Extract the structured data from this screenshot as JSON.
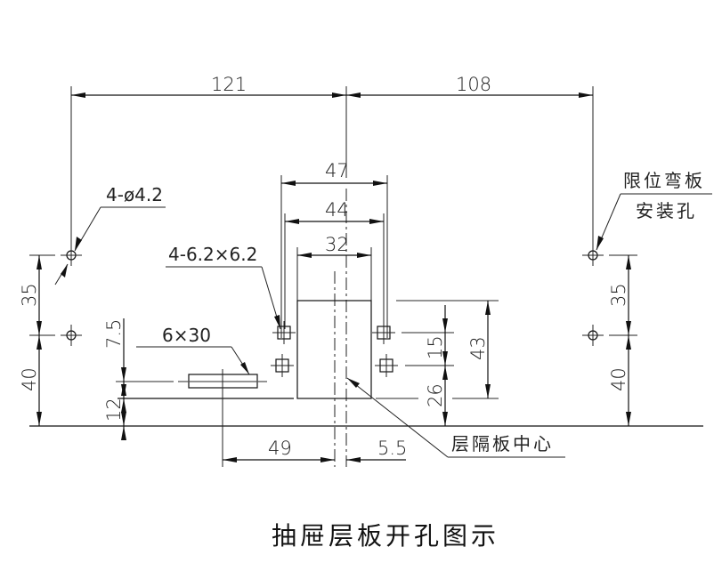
{
  "drawing": {
    "title": "抽屉层板开孔图示",
    "colors": {
      "line": "#111111",
      "background": "#ffffff"
    },
    "dimensions": {
      "left_span": "121",
      "right_span": "108",
      "outer_width": "47",
      "mid_width": "44",
      "inner_width": "32",
      "left_hole_spacing": "35",
      "left_bottom_offset": "40",
      "right_hole_spacing": "35",
      "right_bottom_offset": "40",
      "slot_offset": "7.5",
      "base_offset": "12",
      "square_spacing": "15",
      "square_bottom": "26",
      "plate_height": "43",
      "slot_to_center": "49",
      "center_offset": "5.5"
    },
    "annotations": {
      "round_holes": "4-ø4.2",
      "square_holes": "4-6.2×6.2",
      "slot": "6×30",
      "limit_plate_line1": "限位弯板",
      "limit_plate_line2": "安装孔",
      "divider_center": "层隔板中心"
    }
  }
}
